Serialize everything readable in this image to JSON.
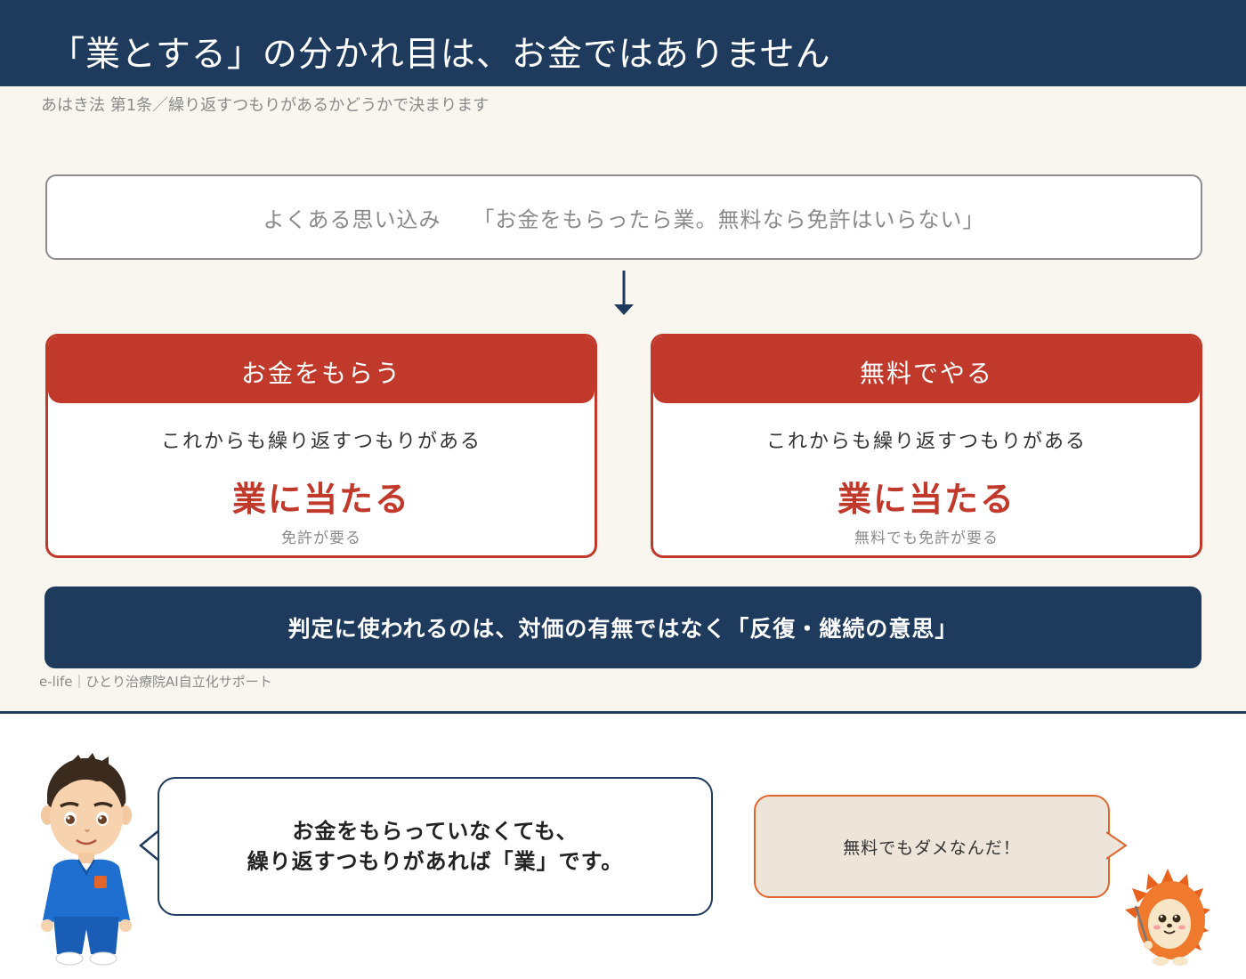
{
  "header": {
    "title": "「業とする」の分かれ目は、お金ではありません",
    "subtitle": "あはき法 第1条／繰り返すつもりがあるかどうかで決まります"
  },
  "misconception": {
    "label": "よくある思い込み",
    "quote": "「お金をもらったら業。無料なら免許はいらない」"
  },
  "cards": [
    {
      "head": "お金をもらう",
      "line": "これからも繰り返すつもりがある",
      "verdict": "業に当たる",
      "note": "免許が要る"
    },
    {
      "head": "無料でやる",
      "line": "これからも繰り返すつもりがある",
      "verdict": "業に当たる",
      "note": "無料でも免許が要る"
    }
  ],
  "conclusion": "判定に使われるのは、対価の有無ではなく「反復・継続の意思」",
  "footer": "e-life｜ひとり治療院AI自立化サポート",
  "dialogue": {
    "doctor_line1": "お金をもらっていなくても、",
    "doctor_line2": "繰り返すつもりがあれば「業」です。",
    "mascot": "無料でもダメなんだ！"
  },
  "colors": {
    "navy": "#1e3a5c",
    "red": "#c0392b",
    "orange": "#e0662e",
    "cream": "#f9f5ef"
  }
}
